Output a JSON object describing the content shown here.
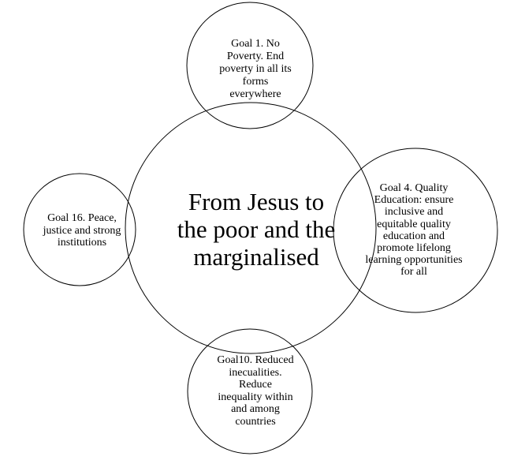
{
  "center": {
    "text": "From Jesus to\nthe poor and the\nmarginalised"
  },
  "goals": {
    "goal1": "Goal 1. No\nPoverty. End\npoverty in all its\nforms\neverywhere",
    "goal4": "Goal 4. Quality\nEducation: ensure\ninclusive and\nequitable quality\neducation and\npromote lifelong\nlearning opportunities\nfor all",
    "goal10": "Goal10. Reduced\ninecualities.\nReduce\ninequality within\nand among\ncountries",
    "goal16": "Goal 16. Peace,\njustice and strong\ninstitutions"
  },
  "colors": {
    "stroke": "#000000",
    "background": "#ffffff",
    "text": "#000000"
  }
}
